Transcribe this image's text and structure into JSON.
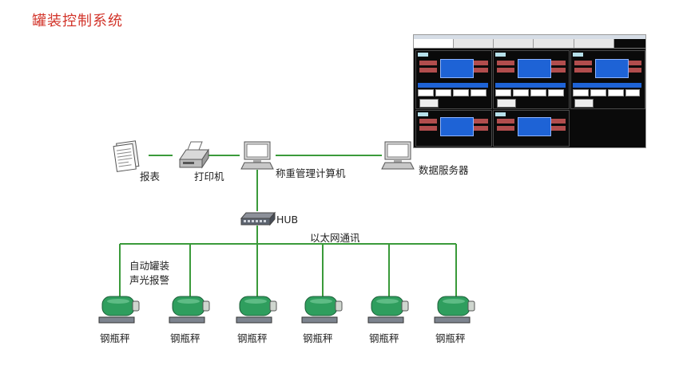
{
  "title": "罐装控制系统",
  "labels": {
    "report": "报表",
    "printer": "打印机",
    "computer": "称重管理计算机",
    "server": "数据服务器",
    "hub": "HUB",
    "ethernet": "以太网通讯",
    "alarm_line1": "自动罐装",
    "alarm_line2": "声光报警",
    "scales": [
      "钢瓶秤",
      "钢瓶秤",
      "钢瓶秤",
      "钢瓶秤",
      "钢瓶秤",
      "钢瓶秤"
    ]
  },
  "colors": {
    "title": "#d2342a",
    "network_line": "#3a9a3a",
    "cylinder": "#2f9e5e"
  },
  "icons": [
    "report-icon",
    "printer-icon",
    "computer-icon",
    "server-icon",
    "hub-icon",
    "cylinder-scale-icon"
  ]
}
